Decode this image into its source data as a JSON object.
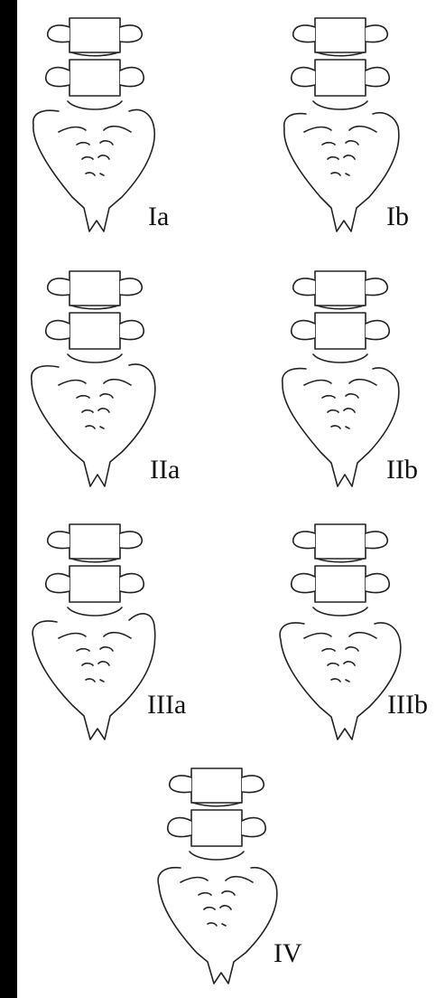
{
  "colors": {
    "background": "#ffffff",
    "border_strip": "#000000",
    "line": "#222222"
  },
  "panels": [
    {
      "label": "Ia",
      "variant": "Ia"
    },
    {
      "label": "Ib",
      "variant": "Ib"
    },
    {
      "label": "IIa",
      "variant": "IIa"
    },
    {
      "label": "IIb",
      "variant": "IIb"
    },
    {
      "label": "IIIa",
      "variant": "IIIa"
    },
    {
      "label": "IIIb",
      "variant": "IIIb"
    },
    {
      "label": "IV",
      "variant": "IV"
    }
  ]
}
